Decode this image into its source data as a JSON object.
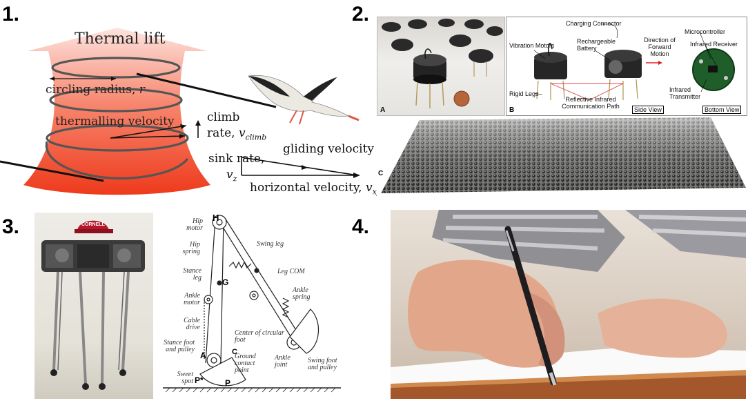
{
  "panels": {
    "p1": {
      "number": "1.",
      "title": "Thermal lift",
      "circling_radius": "circling radius,",
      "circling_radius_var": "r",
      "thermalling_velocity": "thermalling velocity",
      "climb": "climb",
      "climb_rate": "rate,",
      "climb_var": "v",
      "climb_sub": "climb",
      "gliding_velocity": "gliding velocity",
      "sink_rate": "sink rate,",
      "sink_var": "v",
      "sink_sub": "z",
      "horizontal_velocity": "horizontal velocity,",
      "horizontal_var": "v",
      "horizontal_sub": "xy"
    },
    "p2": {
      "number": "2.",
      "label_a": "A",
      "label_b": "B",
      "label_c": "C",
      "charging_connector": "Charging Connector",
      "vibration_motors": "Vibration Motors",
      "rechargeable_battery": "Rechargeable Battery",
      "direction": "Direction of Forward Motion",
      "microcontroller": "Microcontroller",
      "infrared_receiver": "Infrared Receiver",
      "infrared_transmitter": "Infrared Transmitter",
      "rigid_legs": "Rigid Legs",
      "reflective_path": "Reflective Infrared Communication Path",
      "side_view": "Side View",
      "bottom_view": "Bottom View"
    },
    "p3": {
      "number": "3.",
      "cap_text": "CORNELL",
      "H": "H",
      "G": "G",
      "A": "A",
      "C": "C",
      "P_star": "P*",
      "P": "P",
      "hip_motor": "Hip motor",
      "hip_spring": "Hip spring",
      "stance_leg": "Stance leg",
      "ankle_motor": "Ankle motor",
      "cable_drive": "Cable drive",
      "stance_foot": "Stance foot and pulley",
      "sweet_spot": "Sweet spot",
      "swing_leg": "Swing leg",
      "leg_com": "Leg COM",
      "ankle_spring": "Ankle spring",
      "center_foot": "Center of circular foot",
      "ground_contact": "Ground contact point",
      "ankle_joint": "Ankle joint",
      "swing_foot": "Swing foot and pulley"
    },
    "p4": {
      "number": "4."
    }
  },
  "colors": {
    "thermal_top": "#fbd9d3",
    "thermal_bottom": "#ef3b1e",
    "rust": "#cc4a22"
  }
}
